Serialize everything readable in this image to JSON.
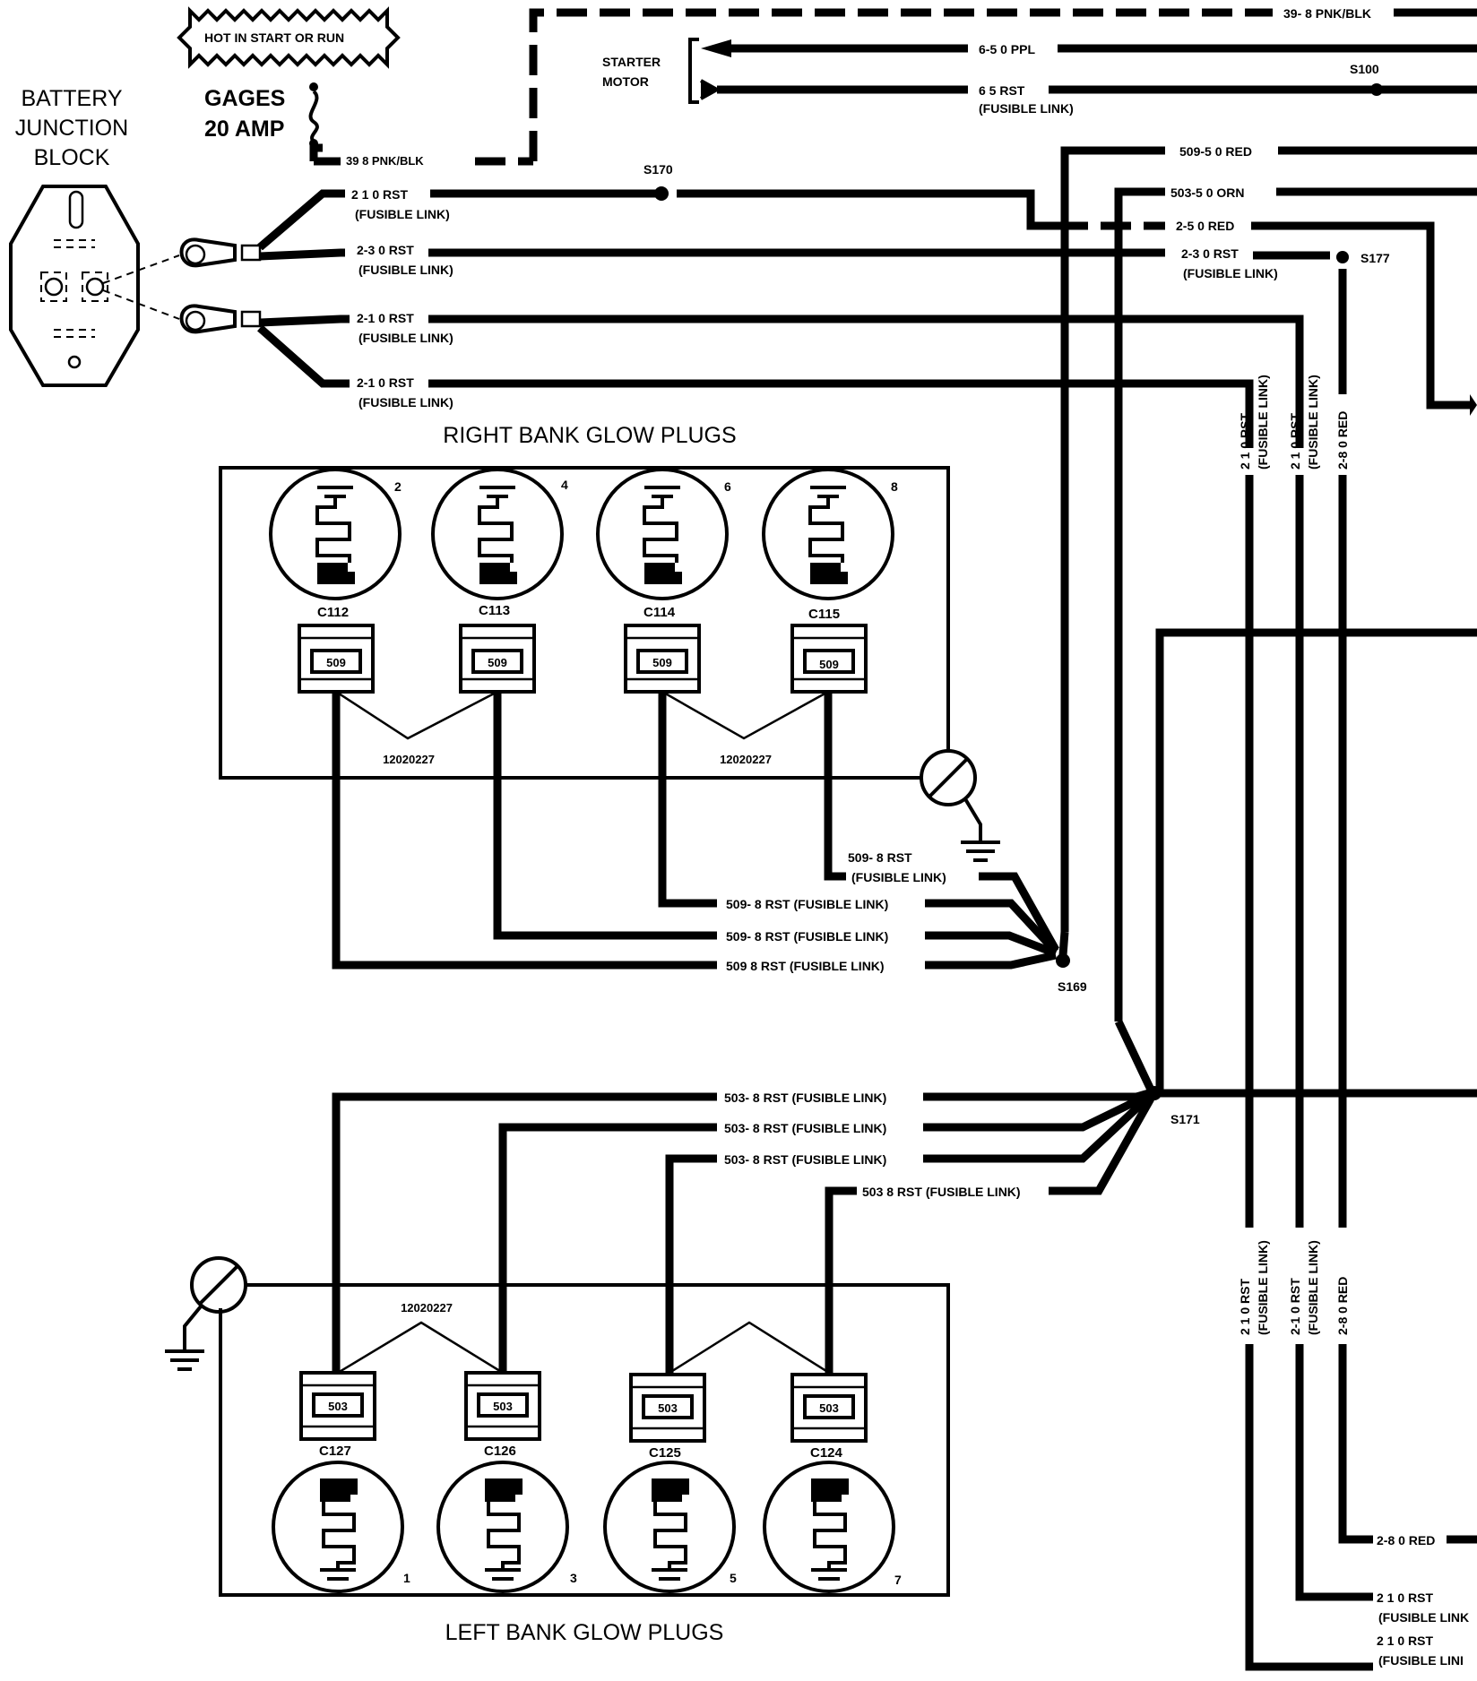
{
  "header": {
    "hot_label": "HOT IN START OR RUN",
    "fuse_line1": "GAGES",
    "fuse_line2": "20 AMP"
  },
  "battery_block": {
    "line1": "BATTERY",
    "line2": "JUNCTION",
    "line3": "BLOCK"
  },
  "starter": {
    "line1": "STARTER",
    "line2": "MOTOR"
  },
  "wires": {
    "pnk_blk_top": "39- 8 PNK/BLK",
    "pnk_blk_bottom": "39  8 PNK/BLK",
    "ppl": "6-5 0 PPL",
    "rst_starter": "6  5 RST",
    "fusible": "(FUSIBLE LINK)",
    "w210_a": "2 1 0 RST",
    "w230_a": "2-3 0 RST",
    "w210_b": "2-1 0 RST",
    "w210_c": "2-1 0 RST",
    "red509": "509-5 0 RED",
    "orn503": "503-5 0 ORN",
    "red2": "2-5 0 RED",
    "w230_b": "2-3 0 RST",
    "v210_1": "2 1 0 RST",
    "v210_2": "2 1 0 RST",
    "v280": "2-8 0 RED",
    "v210_1b": "2 1 0 RST",
    "v210_2b": "2-1 0 RST",
    "v280b": "2-8 0 RED",
    "r280": "2-8 0 RED",
    "r210_1": "2 1 0 RST",
    "r210_2": "2 1 0 RST",
    "fusible_cut": "(FUSIBLE LINI",
    "fusible_cut2": "(FUSIBLE LINK",
    "w509_1": "509- 8 RST",
    "w509_2": "509- 8 RST (FUSIBLE LINK)",
    "w509_3": "509- 8 RST (FUSIBLE LINK)",
    "w509_4": "509  8 RST (FUSIBLE LINK)",
    "w503_1": "503- 8 RST (FUSIBLE LINK)",
    "w503_2": "503- 8 RST (FUSIBLE LINK)",
    "w503_3": "503- 8 RST (FUSIBLE LINK)",
    "w503_4": "503  8 RST (FUSIBLE LINK)"
  },
  "splices": {
    "s100": "S100",
    "s170": "S170",
    "s177": "S177",
    "s169": "S169",
    "s171": "S171"
  },
  "right_bank": {
    "title": "RIGHT BANK GLOW PLUGS",
    "part": "12020227",
    "plugs": [
      {
        "pin": "2",
        "connector": "C112",
        "circuit": "509"
      },
      {
        "pin": "4",
        "connector": "C113",
        "circuit": "509"
      },
      {
        "pin": "6",
        "connector": "C114",
        "circuit": "509"
      },
      {
        "pin": "8",
        "connector": "C115",
        "circuit": "509"
      }
    ]
  },
  "left_bank": {
    "title": "LEFT BANK GLOW PLUGS",
    "part": "12020227",
    "plugs": [
      {
        "pin": "1",
        "connector": "C127",
        "circuit": "503"
      },
      {
        "pin": "3",
        "connector": "C126",
        "circuit": "503"
      },
      {
        "pin": "5",
        "connector": "C125",
        "circuit": "503"
      },
      {
        "pin": "7",
        "connector": "C124",
        "circuit": "503"
      }
    ]
  }
}
